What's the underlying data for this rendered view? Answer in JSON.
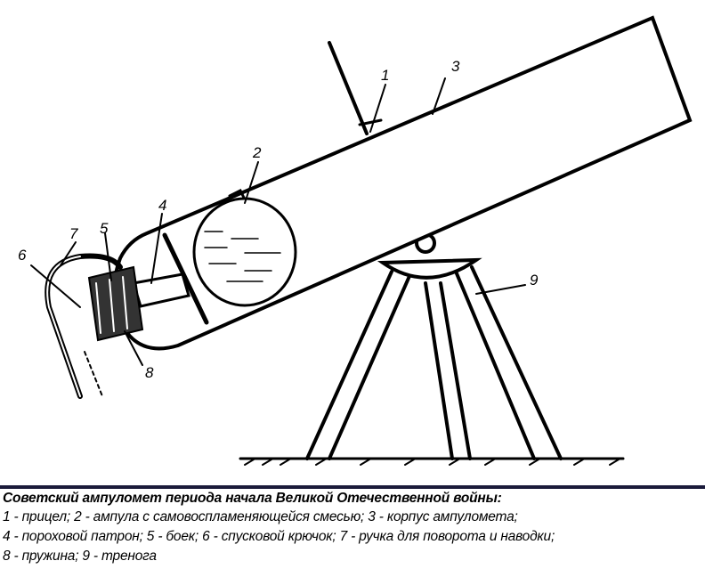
{
  "labels": {
    "n1": "1",
    "n2": "2",
    "n3": "3",
    "n4": "4",
    "n5": "5",
    "n6": "6",
    "n7": "7",
    "n8": "8",
    "n9": "9"
  },
  "caption": {
    "title": "Советский ампуломет периода начала Великой Отечественной войны:",
    "line1": "1 - прицел; 2 - ампула с самовоспламеняющейся смесью; 3 - корпус ампуломета;",
    "line2": "4 - пороховой патрон; 5 - боек; 6 - спусковой крючок; 7 - ручка для поворота и наводки;",
    "line3": "8 - пружина; 9 - тренога"
  }
}
